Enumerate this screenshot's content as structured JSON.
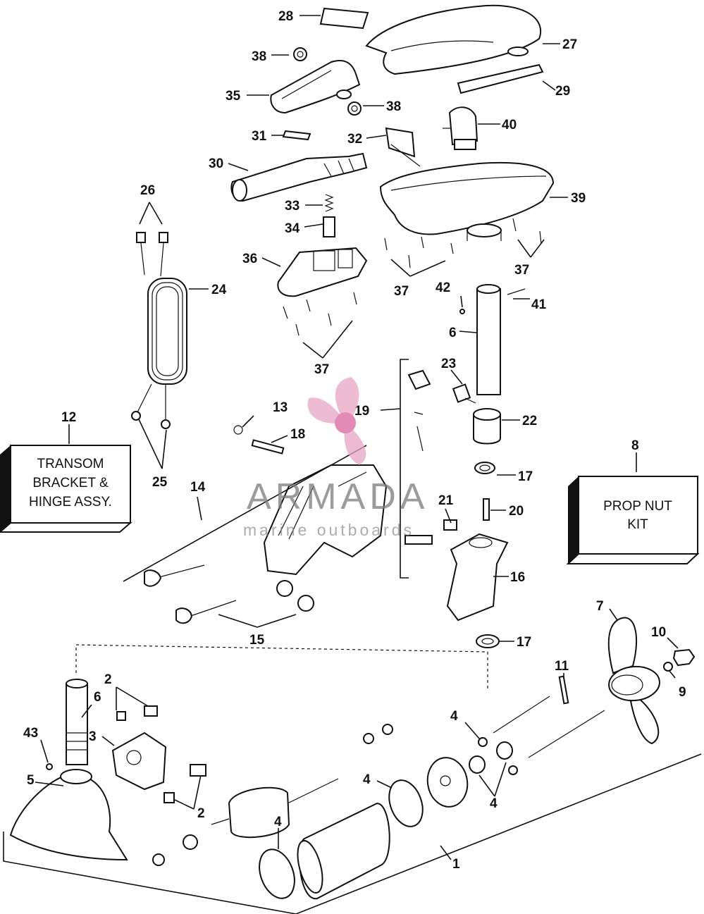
{
  "callouts": [
    {
      "id": "n28",
      "text": "28"
    },
    {
      "id": "n27",
      "text": "27"
    },
    {
      "id": "n38a",
      "text": "38"
    },
    {
      "id": "n35",
      "text": "35"
    },
    {
      "id": "n38b",
      "text": "38"
    },
    {
      "id": "n29",
      "text": "29"
    },
    {
      "id": "n31",
      "text": "31"
    },
    {
      "id": "n32",
      "text": "32"
    },
    {
      "id": "n40",
      "text": "40"
    },
    {
      "id": "n30",
      "text": "30"
    },
    {
      "id": "n26",
      "text": "26"
    },
    {
      "id": "n39",
      "text": "39"
    },
    {
      "id": "n33",
      "text": "33"
    },
    {
      "id": "n34",
      "text": "34"
    },
    {
      "id": "n36",
      "text": "36"
    },
    {
      "id": "n24",
      "text": "24"
    },
    {
      "id": "n37a",
      "text": "37"
    },
    {
      "id": "n37b",
      "text": "37"
    },
    {
      "id": "n42",
      "text": "42"
    },
    {
      "id": "n41",
      "text": "41"
    },
    {
      "id": "n6a",
      "text": "6"
    },
    {
      "id": "n37c",
      "text": "37"
    },
    {
      "id": "n23",
      "text": "23"
    },
    {
      "id": "n19",
      "text": "19"
    },
    {
      "id": "n22",
      "text": "22"
    },
    {
      "id": "n13",
      "text": "13"
    },
    {
      "id": "n12",
      "text": "12"
    },
    {
      "id": "n18",
      "text": "18"
    },
    {
      "id": "n8",
      "text": "8"
    },
    {
      "id": "n17a",
      "text": "17"
    },
    {
      "id": "n25",
      "text": "25"
    },
    {
      "id": "n14",
      "text": "14"
    },
    {
      "id": "n21",
      "text": "21"
    },
    {
      "id": "n20",
      "text": "20"
    },
    {
      "id": "n16",
      "text": "16"
    },
    {
      "id": "n15",
      "text": "15"
    },
    {
      "id": "n7",
      "text": "7"
    },
    {
      "id": "n17b",
      "text": "17"
    },
    {
      "id": "n10",
      "text": "10"
    },
    {
      "id": "n11",
      "text": "11"
    },
    {
      "id": "n2a",
      "text": "2"
    },
    {
      "id": "n6b",
      "text": "6"
    },
    {
      "id": "n9",
      "text": "9"
    },
    {
      "id": "n4a",
      "text": "4"
    },
    {
      "id": "n43",
      "text": "43"
    },
    {
      "id": "n3",
      "text": "3"
    },
    {
      "id": "n5",
      "text": "5"
    },
    {
      "id": "n4b",
      "text": "4"
    },
    {
      "id": "n4c",
      "text": "4"
    },
    {
      "id": "n2b",
      "text": "2"
    },
    {
      "id": "n4d",
      "text": "4"
    },
    {
      "id": "n1",
      "text": "1"
    }
  ],
  "boxes": {
    "transom": {
      "line1": "TRANSOM",
      "line2": "BRACKET &",
      "line3": "HINGE ASSY."
    },
    "propnut": {
      "line1": "PROP NUT",
      "line2": "KIT"
    }
  },
  "watermark": {
    "brand": "ARMADA",
    "tagline": "marine outboards",
    "color": "#e7a6c4"
  }
}
